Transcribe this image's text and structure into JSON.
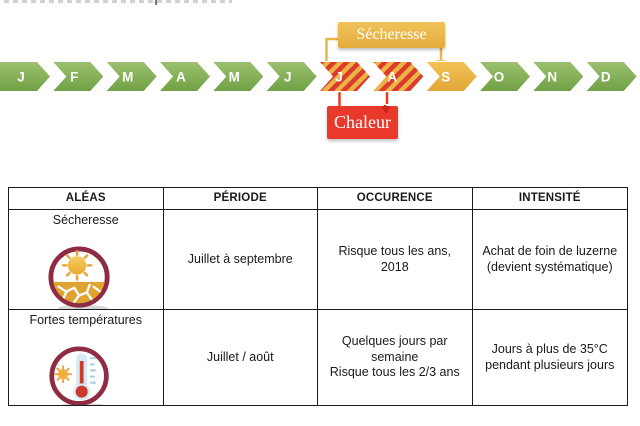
{
  "timeline": {
    "months": [
      "J",
      "F",
      "M",
      "A",
      "M",
      "J",
      "J",
      "A",
      "S",
      "O",
      "N",
      "D"
    ],
    "drought_label": "Sécheresse",
    "heat_label": "Chaleur",
    "colors": {
      "month_green": "#7dab51",
      "highlight_gold": "#eab845",
      "hatch_red": "#de3a2c",
      "heat_red": "#e8392b",
      "icon_ring_maroon": "#8e2c44"
    }
  },
  "table": {
    "headers": [
      "ALÉAS",
      "PÉRIODE",
      "OCCURENCE",
      "INTENSITÉ"
    ],
    "rows": [
      {
        "alea": "Sécheresse",
        "icon": "drought-icon",
        "periode": "Juillet à septembre",
        "occurence": "Risque tous les ans,\n2018",
        "intensite": "Achat de foin de luzerne\n(devient systématique)"
      },
      {
        "alea": "Fortes températures",
        "icon": "thermometer-icon",
        "periode": "Juillet / août",
        "occurence": "Quelques jours par\nsemaine\nRisque tous les 2/3 ans",
        "intensite": "Jours à plus de 35°C\npendant plusieurs jours"
      }
    ]
  }
}
